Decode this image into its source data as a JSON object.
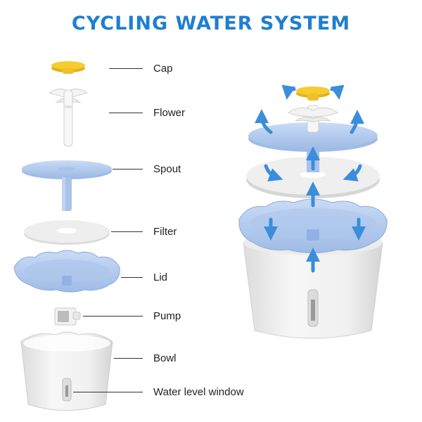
{
  "title": "CYCLING WATER SYSTEM",
  "parts": [
    {
      "name": "Cap"
    },
    {
      "name": "Flower"
    },
    {
      "name": "Spout"
    },
    {
      "name": "Filter"
    },
    {
      "name": "Lid"
    },
    {
      "name": "Pump"
    },
    {
      "name": "Bowl"
    },
    {
      "name": "Water level window"
    }
  ],
  "colors": {
    "title": "#1e7fd0",
    "cap": "#f6cc2e",
    "blue_part": "#b9cdee",
    "filter": "#eeeeee",
    "bowl": "#f3f3f3",
    "flow_arrow": "#3a8edb"
  },
  "icons": [
    "flow-arrow-icon"
  ]
}
